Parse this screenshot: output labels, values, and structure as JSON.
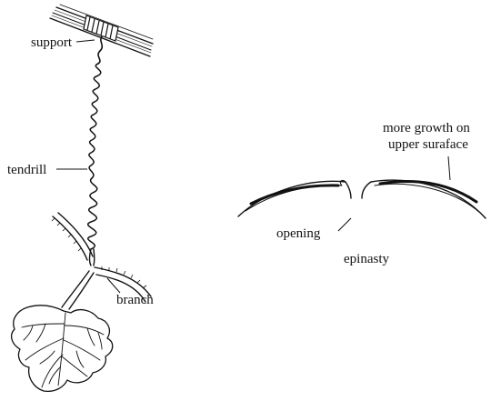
{
  "labels": {
    "support": "support",
    "tendril": "tendrill",
    "branch": "branch",
    "opening": "opening",
    "epinasty": "epinasty",
    "growth_line1": "more growth on",
    "growth_line2": "upper suraface"
  },
  "colors": {
    "ink": "#111111",
    "background": "#ffffff"
  }
}
